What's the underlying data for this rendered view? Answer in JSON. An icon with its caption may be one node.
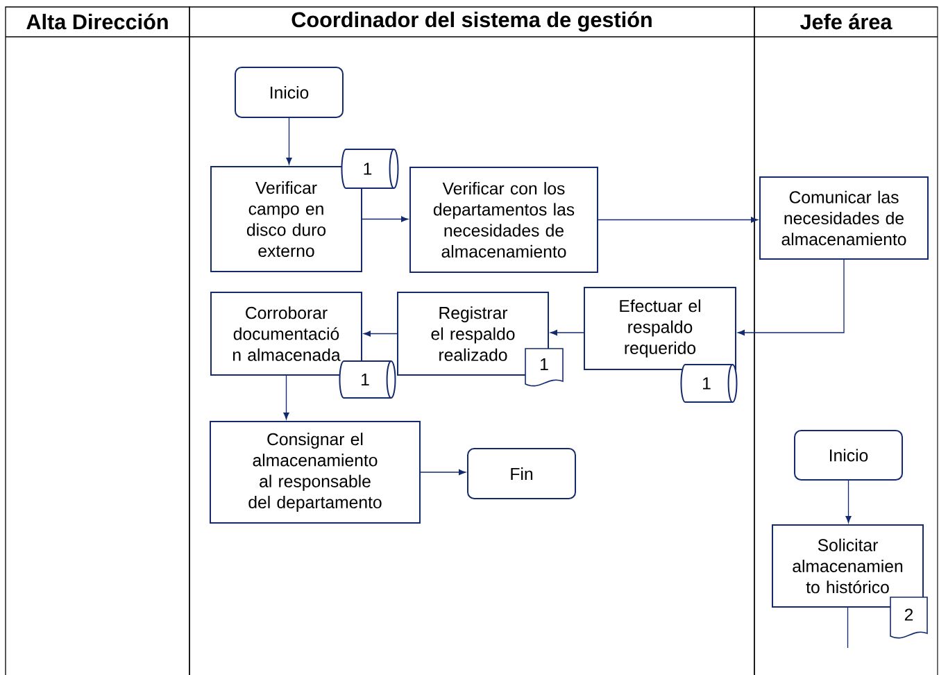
{
  "diagram": {
    "nodes": [
      {
        "text": [
          "Alta Dirección"
        ]
      },
      {
        "text": [
          "Coordinador del sistema de gestión"
        ]
      },
      {
        "text": [
          "Jefe área"
        ]
      },
      {
        "text": [
          "Inicio"
        ],
        "in": 1
      },
      {
        "text": [
          "Verificar campo en disco duro externo"
        ],
        "in": 1
      },
      {
        "text": [
          "1"
        ],
        "in": 1
      },
      {
        "text": [
          "Verificar con los departamentos las necesidades de almacenamiento"
        ],
        "in": 1
      },
      {
        "text": [
          "Comunicar las necesidades de almacenamiento"
        ],
        "in": 2
      },
      {
        "text": [
          "Efectuar el respaldo requerido"
        ],
        "in": 1
      },
      {
        "text": [
          "1"
        ],
        "in": 1
      },
      {
        "text": [
          "Registrar el respaldo realizado"
        ],
        "in": 1
      },
      {
        "text": [
          "1"
        ],
        "in": 1
      },
      {
        "text": [
          "Corroborar documentació n almacenada"
        ],
        "in": 1
      },
      {
        "text": [
          "1"
        ],
        "in": 1
      },
      {
        "text": [
          "Consignar el almacenamiento al responsable del departamento"
        ],
        "in": 1
      },
      {
        "text": [
          "Fin"
        ],
        "in": 1
      },
      {
        "text": [
          "Inicio"
        ],
        "in": 2
      },
      {
        "text": [
          "Solicitar almacenamien to histórico"
        ],
        "in": 2
      },
      {
        "text": [
          "2"
        ],
        "in": 2
      }
    ],
    "edges": [
      {
        "from": 3,
        "to": 4,
        "arrow": "to"
      },
      {
        "from": 4,
        "to": 6,
        "arrow": "to"
      },
      {
        "from": 6,
        "to": 7,
        "arrow": "to"
      },
      {
        "from": 7,
        "to": 8,
        "arrow": "to"
      },
      {
        "from": 8,
        "to": 10,
        "arrow": "to"
      },
      {
        "from": 10,
        "to": 12,
        "arrow": "to"
      },
      {
        "from": 12,
        "to": 14,
        "arrow": "to"
      },
      {
        "from": 14,
        "to": 15,
        "arrow": "to"
      },
      {
        "from": 16,
        "to": 17,
        "arrow": "to"
      },
      {
        "from": 17,
        "to": null,
        "arrow": "none"
      }
    ]
  }
}
